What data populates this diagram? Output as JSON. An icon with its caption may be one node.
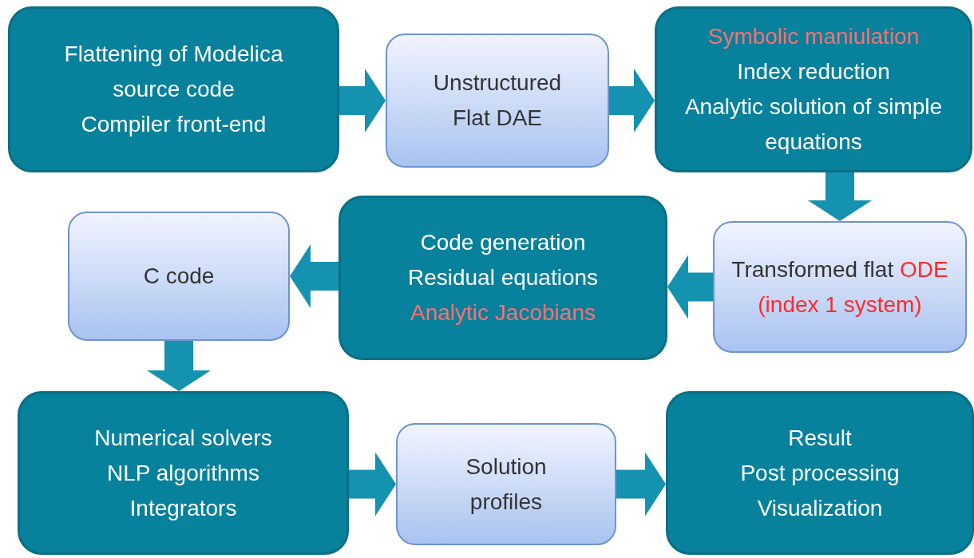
{
  "diagram": {
    "nodes": [
      {
        "text": [
          "Flattening of Modelica source code",
          "Compiler front-end"
        ]
      },
      {
        "text": [
          "Unstructured Flat DAE"
        ]
      },
      {
        "text": [
          "**Symbolic maniulation**",
          "Index reduction",
          "Analytic solution of simple equations"
        ]
      },
      {
        "text": [
          "C code"
        ]
      },
      {
        "text": [
          "Code generation",
          "Residual equations",
          "**Analytic Jacobians**"
        ]
      },
      {
        "text": [
          "Transformed flat **ODE**",
          "**(index 1 system)**"
        ]
      },
      {
        "text": [
          "Numerical solvers",
          "NLP algorithms",
          "Integrators"
        ]
      },
      {
        "text": [
          "Solution profiles"
        ]
      },
      {
        "text": [
          "Result",
          "Post processing",
          "Visualization"
        ]
      }
    ],
    "edges": [
      {
        "from": 0,
        "to": 1,
        "arrow": "to"
      },
      {
        "from": 1,
        "to": 2,
        "arrow": "to"
      },
      {
        "from": 2,
        "to": 5,
        "arrow": "to"
      },
      {
        "from": 5,
        "to": 4,
        "arrow": "to"
      },
      {
        "from": 4,
        "to": 3,
        "arrow": "to"
      },
      {
        "from": 3,
        "to": 6,
        "arrow": "to"
      },
      {
        "from": 6,
        "to": 7,
        "arrow": "to"
      },
      {
        "from": 7,
        "to": 8,
        "arrow": "to"
      }
    ]
  }
}
